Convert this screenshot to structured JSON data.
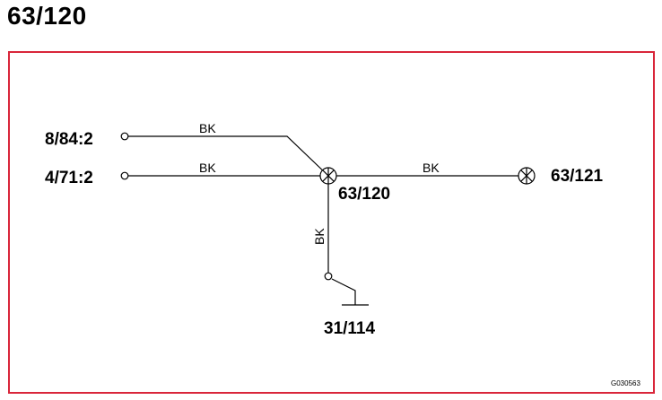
{
  "title": "63/120",
  "colors": {
    "frame_border": "#d9263a",
    "line": "#000000",
    "background": "#ffffff"
  },
  "connectors": {
    "left_top": "8/84:2",
    "left_bottom": "4/71:2",
    "center": "63/120",
    "right": "63/121",
    "ground": "31/114"
  },
  "wires": {
    "top_left": "BK",
    "bottom_left": "BK",
    "right": "BK",
    "down": "BK"
  },
  "figure_code": "G030563"
}
